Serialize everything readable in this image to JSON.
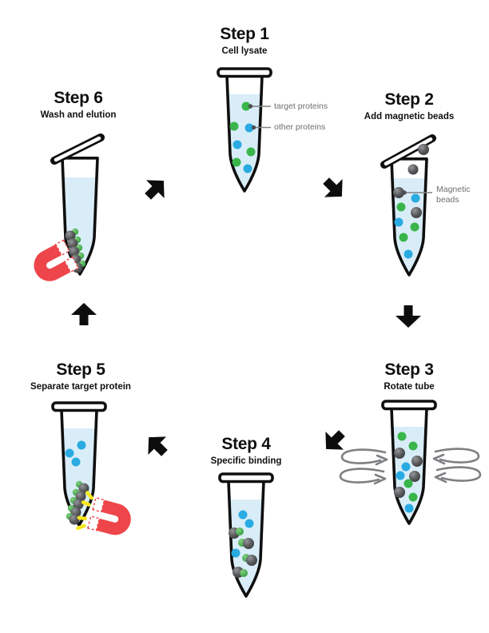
{
  "steps": [
    {
      "title": "Step 1",
      "subtitle": "Cell lysate"
    },
    {
      "title": "Step 2",
      "subtitle": "Add magnetic beads"
    },
    {
      "title": "Step 3",
      "subtitle": "Rotate tube"
    },
    {
      "title": "Step 4",
      "subtitle": "Specific binding"
    },
    {
      "title": "Step 5",
      "subtitle": "Separate target protein"
    },
    {
      "title": "Step 6",
      "subtitle": "Wash and elution"
    }
  ],
  "labels": {
    "target_proteins": "target proteins",
    "other_proteins": "other proteins",
    "magnetic_beads_line1": "Magnetic",
    "magnetic_beads_line2": "beads"
  },
  "flow": [
    {
      "from": "Step 1",
      "to": "Step 2",
      "direction": "southeast"
    },
    {
      "from": "Step 2",
      "to": "Step 3",
      "direction": "south"
    },
    {
      "from": "Step 3",
      "to": "Step 4",
      "direction": "southwest"
    },
    {
      "from": "Step 4",
      "to": "Step 5",
      "direction": "northwest"
    },
    {
      "from": "Step 5",
      "to": "Step 6",
      "direction": "north"
    },
    {
      "from": "Step 6",
      "to": "Step 1",
      "direction": "northeast"
    }
  ],
  "colors": {
    "green": "#39b54a",
    "blue": "#29abe2",
    "liquid": "#d9edf8",
    "red": "#ed4549",
    "yellow": "#f7e71c",
    "loop": "#7d7f82",
    "gray_text": "#6d6e71",
    "arrow": "#0d0d0d"
  }
}
